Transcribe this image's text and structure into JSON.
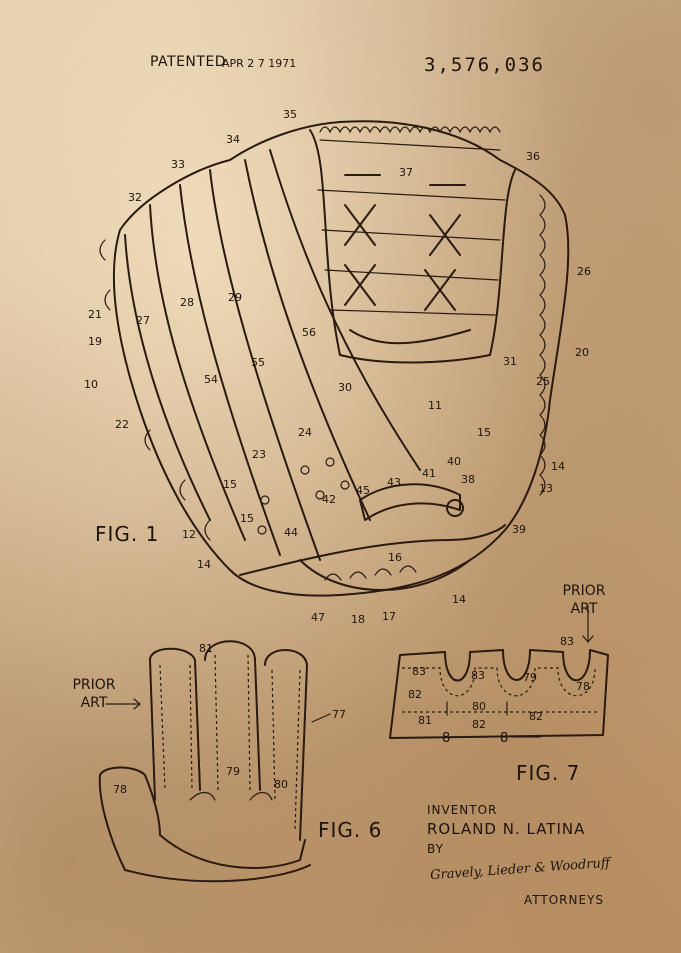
{
  "header": {
    "patented_label": "PATENTED",
    "patented_date": "APR 2 7 1971",
    "patent_number": "3,576,036"
  },
  "figures": {
    "fig1_label": "FIG. 1",
    "fig6_label": "FIG. 6",
    "fig7_label": "FIG. 7"
  },
  "prior_art": {
    "fig6_line1": "PRIOR",
    "fig6_line2": "ART",
    "fig7_line1": "PRIOR",
    "fig7_line2": "ART"
  },
  "inventor": {
    "label": "INVENTOR",
    "name": "ROLAND N. LATINA",
    "by_label": "BY",
    "signature": "Gravely, Lieder & Woodruff",
    "attorneys_label": "ATTORNEYS"
  },
  "fig1_refs": [
    "35",
    "34",
    "33",
    "32",
    "36",
    "37",
    "26",
    "21",
    "27",
    "28",
    "29",
    "19",
    "20",
    "10",
    "54",
    "55",
    "56",
    "31",
    "25",
    "30",
    "11",
    "22",
    "15",
    "24",
    "23",
    "14",
    "13",
    "40",
    "41",
    "38",
    "42",
    "45",
    "43",
    "39",
    "12",
    "44",
    "16",
    "47",
    "18",
    "17"
  ],
  "fig6_refs": [
    "81",
    "77",
    "78",
    "79",
    "80"
  ],
  "fig7_refs": [
    "83",
    "83",
    "79",
    "78",
    "82",
    "80",
    "81",
    "82",
    "82",
    "8",
    "8"
  ],
  "colors": {
    "paper": "#d7bb94",
    "ink": "#2a1a10"
  }
}
